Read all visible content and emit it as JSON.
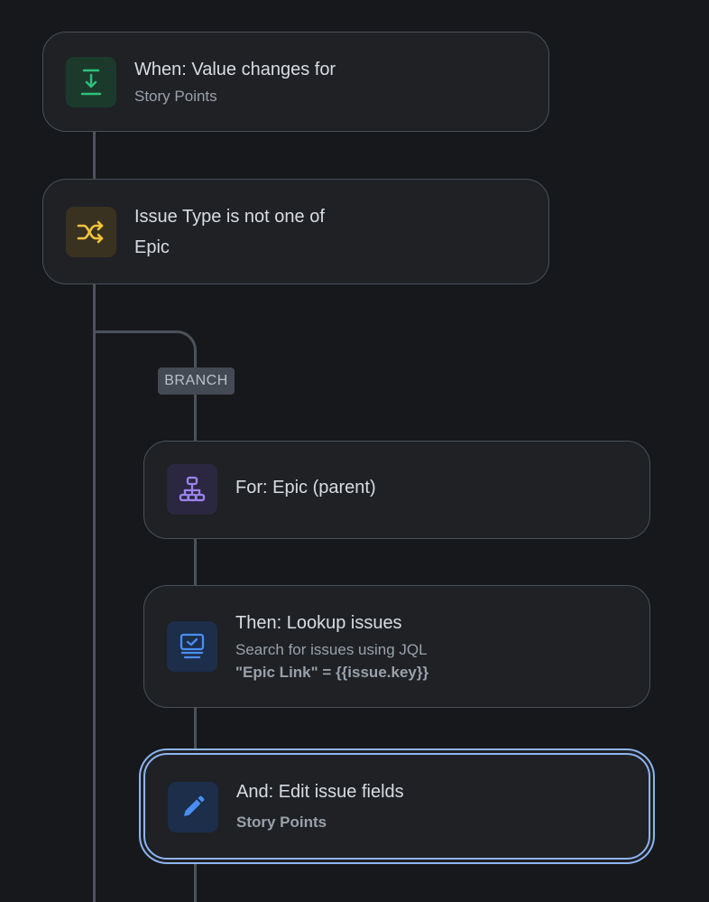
{
  "trigger": {
    "title": "When: Value changes for",
    "subtitle": "Story Points",
    "icon": "download-arrow-icon",
    "accent": "#2fbf7a"
  },
  "condition": {
    "line1": "Issue Type is not one of",
    "line2": "Epic",
    "icon": "shuffle-icon",
    "accent": "#f0c43c"
  },
  "branch": {
    "label": "BRANCH"
  },
  "branch_rule": {
    "title": "For: Epic (parent)",
    "icon": "hierarchy-icon",
    "accent": "#9b84ee"
  },
  "lookup": {
    "title": "Then: Lookup issues",
    "subtitle": "Search for issues using JQL",
    "query": "\"Epic Link\" = {{issue.key}}",
    "icon": "monitor-check-icon",
    "accent": "#4a8ff0"
  },
  "edit": {
    "title": "And: Edit issue fields",
    "subtitle": "Story Points",
    "icon": "pencil-icon",
    "accent": "#4a8ff0",
    "selected": true
  }
}
